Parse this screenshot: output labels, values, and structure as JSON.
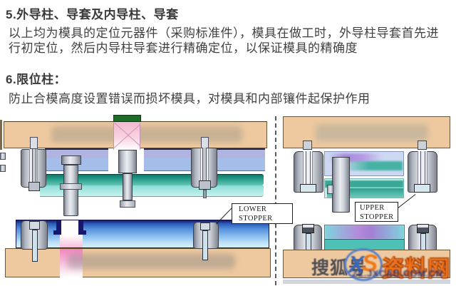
{
  "sections": [
    {
      "heading": "5.外导柱、导套及内导柱、导套",
      "body_lines": [
        "以上均为模具的定位元器件（采购标准件），模具在做工时，外导柱导套首先进",
        "行初定位，然后内导柱导套进行精确定位，以保证模具的精确度"
      ]
    },
    {
      "heading": "6.限位柱：",
      "body_lines": [
        "防止合模高度设置错误而损坏模具，对模具和内部镶件起保护作用"
      ]
    }
  ],
  "figure": {
    "left_callout": {
      "line1": "LOWER",
      "line2": "STOPPER"
    },
    "right_callout": {
      "line1": "UPPER",
      "line2": "STOPPER"
    }
  },
  "watermark": {
    "prefix": "搜狐号",
    "logo_x": "X",
    "logo_s": "S",
    "site": "资料网",
    "url": "ZL.JXCAD.COM.CN"
  },
  "colors": {
    "plate_tan": "#eec99f",
    "plate_lavender": "#b1b4e0",
    "plate_light_blue": "#a3bfe9",
    "band_teal": "#2ba08e",
    "band_cyan": "#9ae0da",
    "plate_deep_blue": "#3d7fd4",
    "pink_channel": "#f392c4",
    "sprue_green_cap": "#1d6b26",
    "metal_gray": "#c8ccd4",
    "callout_border": "#1f1f1f",
    "watermark_orange": "#f0731c",
    "watermark_blue": "#3a68b8",
    "watermark_url_navy": "#2c3678"
  }
}
